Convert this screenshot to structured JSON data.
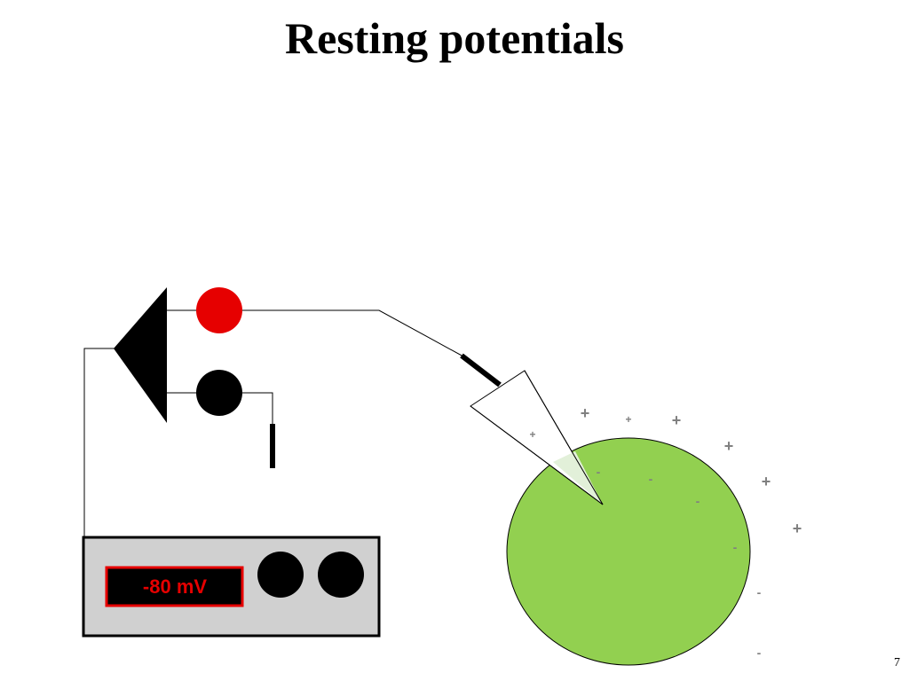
{
  "slide": {
    "title": "Resting potentials",
    "page_number": "7"
  },
  "meter": {
    "reading": "-80 mV"
  },
  "charges": {
    "outside_symbol": "+",
    "inside_symbol": "-"
  },
  "colors": {
    "cell_fill": "#92d050",
    "recording_electrode": "#e60000",
    "reference_electrode": "#000000",
    "meter_body": "#d0d0d0",
    "meter_display_bg": "#000000",
    "meter_display_border": "#e60000",
    "meter_display_text": "#e60000",
    "charge_marks": "#808080",
    "pipette_tip_overlap": "#e2f0d9"
  },
  "icons": {
    "amplifier": "triangle-amplifier-icon",
    "recording_electrode": "red-circle-icon",
    "reference_electrode": "black-circle-icon",
    "meter_knobs": "black-circle-icon"
  }
}
